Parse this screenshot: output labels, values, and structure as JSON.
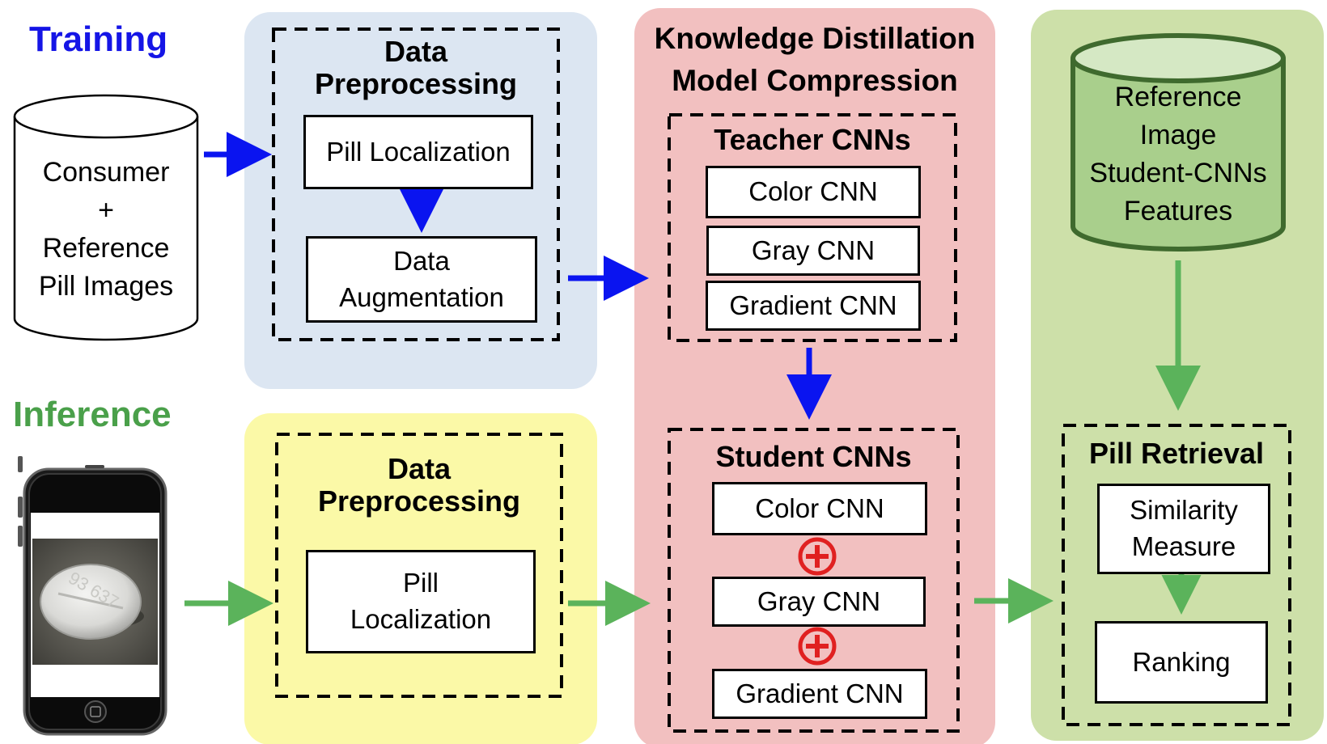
{
  "labels": {
    "training": "Training",
    "inference": "Inference"
  },
  "database": {
    "line1": "Consumer",
    "line2": "+",
    "line3": "Reference",
    "line4": "Pill Images"
  },
  "reference_features": {
    "line1": "Reference",
    "line2": "Image",
    "line3": "Student-CNNs",
    "line4": "Features"
  },
  "training_preprocessing": {
    "title_line1": "Data",
    "title_line2": "Preprocessing",
    "pill_localization": "Pill Localization",
    "augmentation_line1": "Data",
    "augmentation_line2": "Augmentation"
  },
  "inference_preprocessing": {
    "title_line1": "Data",
    "title_line2": "Preprocessing",
    "pill_localization_line1": "Pill",
    "pill_localization_line2": "Localization"
  },
  "distillation": {
    "title_line1": "Knowledge Distillation",
    "title_line2": "Model Compression",
    "teacher_title": "Teacher CNNs",
    "teacher_items": [
      "Color CNN",
      "Gray CNN",
      "Gradient CNN"
    ],
    "student_title": "Student CNNs",
    "student_items": [
      "Color CNN",
      "Gray CNN",
      "Gradient CNN"
    ]
  },
  "retrieval": {
    "title": "Pill Retrieval",
    "similarity_line1": "Similarity",
    "similarity_line2": "Measure",
    "ranking": "Ranking"
  },
  "phone_pill_imprint": "93 637",
  "colors": {
    "training": "#1515e6",
    "inference": "#4aa04a",
    "blue_arrow": "#0a14f0",
    "green_arrow": "#5bb35b",
    "panel_blue": "#dce6f2",
    "panel_yellow": "#fbf9a7",
    "panel_red": "#f2c0c0",
    "panel_green": "#cde0a9",
    "cylinder_green": "#a9cf8c",
    "plus_red": "#e02020"
  }
}
